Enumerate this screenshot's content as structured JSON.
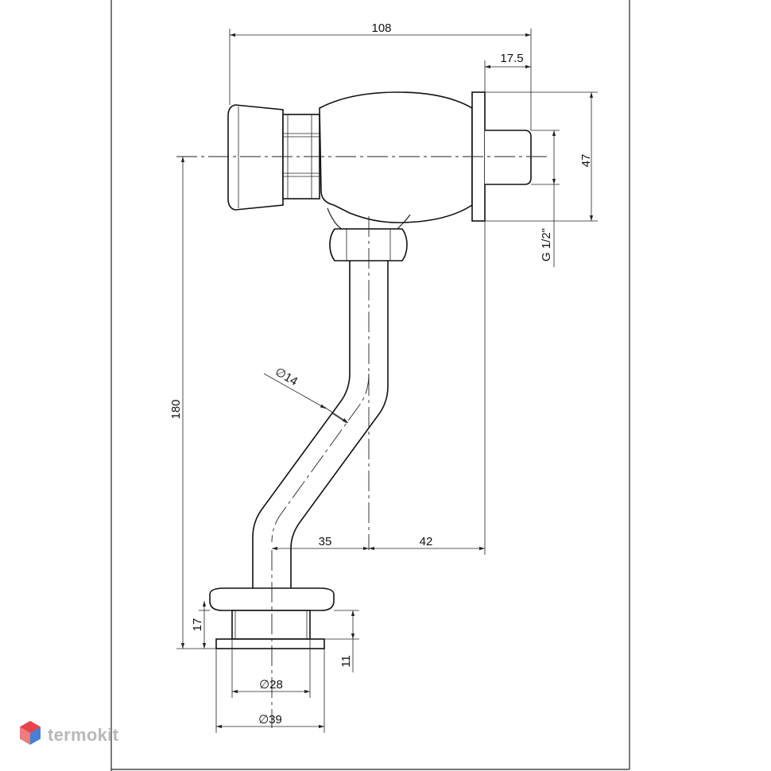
{
  "dimensions": {
    "overall_width": "108",
    "inlet_length": "17.5",
    "flange_height": "47",
    "thread": "G 1/2\"",
    "total_height": "180",
    "pipe_diameter": "∅14",
    "offset_left": "35",
    "offset_right": "42",
    "base_height": "17",
    "base_ring": "11",
    "inner_diameter": "∅28",
    "outer_diameter": "∅39"
  },
  "brand": {
    "name": "termokit",
    "icon": "hexagon-cube-logo-icon",
    "colors": [
      "#e8424a",
      "#4a7fd6",
      "#b8b8b8"
    ]
  }
}
